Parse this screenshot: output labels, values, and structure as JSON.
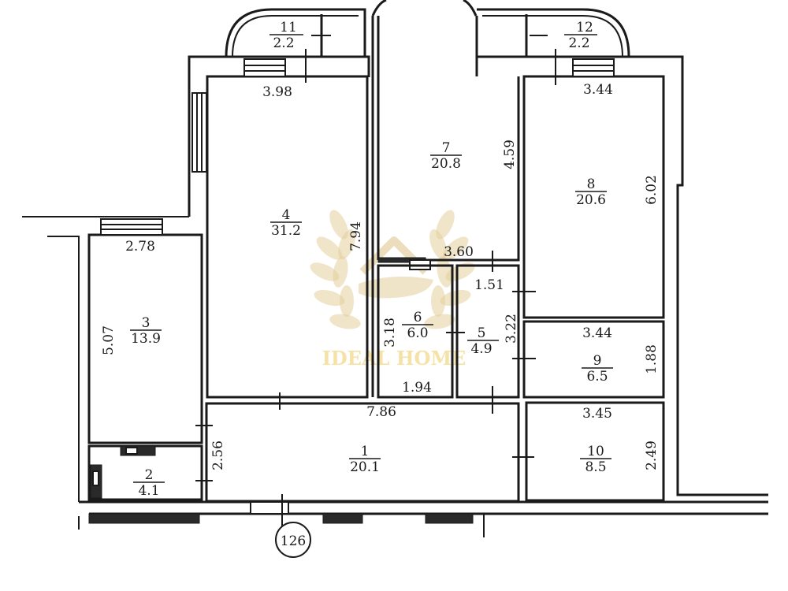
{
  "plan": {
    "axis_marker": "126",
    "watermark": {
      "text": "IDEAL HOME",
      "color": "#f2d98a",
      "icon": "laurel-house-hand-logo"
    },
    "rooms": [
      {
        "id": "1",
        "number": "1",
        "area": "20.1"
      },
      {
        "id": "2",
        "number": "2",
        "area": "4.1"
      },
      {
        "id": "3",
        "number": "3",
        "area": "13.9"
      },
      {
        "id": "4",
        "number": "4",
        "area": "31.2"
      },
      {
        "id": "5",
        "number": "5",
        "area": "4.9"
      },
      {
        "id": "6",
        "number": "6",
        "area": "6.0"
      },
      {
        "id": "7",
        "number": "7",
        "area": "20.8"
      },
      {
        "id": "8",
        "number": "8",
        "area": "20.6"
      },
      {
        "id": "9",
        "number": "9",
        "area": "6.5"
      },
      {
        "id": "10",
        "number": "10",
        "area": "8.5"
      },
      {
        "id": "11",
        "number": "11",
        "area": "2.2"
      },
      {
        "id": "12",
        "number": "12",
        "area": "2.2"
      }
    ],
    "dimensions": {
      "room1_width": "7.86",
      "room1_height": "2.56",
      "room3_width": "2.78",
      "room3_height": "5.07",
      "room4_width": "3.98",
      "room4_height": "7.94",
      "room5_width": "1.51",
      "room5_height": "3.22",
      "room6_width": "1.94",
      "room6_height": "3.18",
      "room7_width": "3.60",
      "room7_height": "4.59",
      "room8_width": "3.44",
      "room8_height": "6.02",
      "room9_width": "3.44",
      "room9_height": "1.88",
      "room10_width": "3.45",
      "room10_height": "2.49"
    }
  }
}
